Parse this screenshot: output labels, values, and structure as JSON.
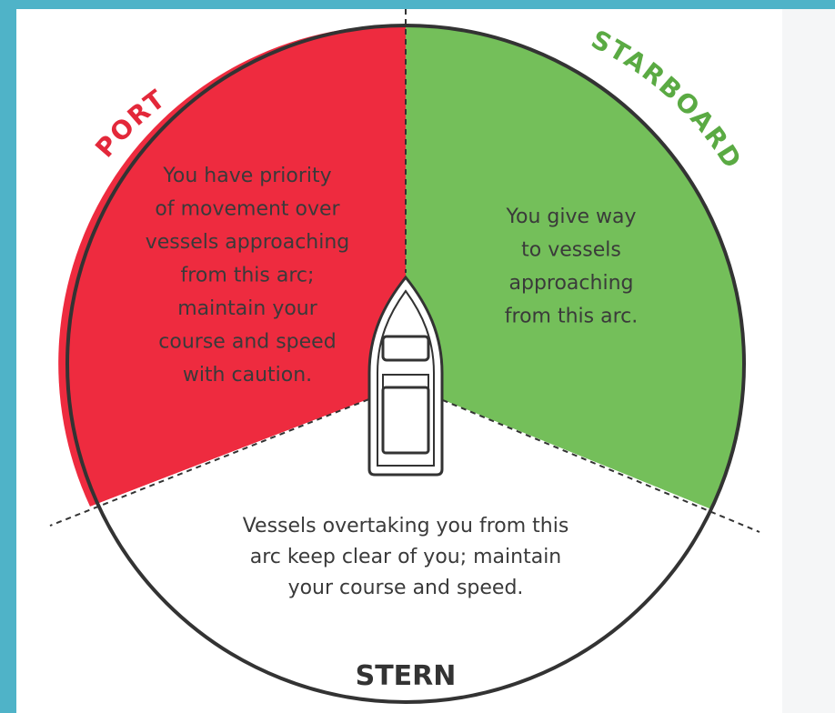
{
  "labels": {
    "port": "PORT",
    "starboard": "STARBOARD",
    "stern": "STERN"
  },
  "zones": {
    "port": {
      "lines": [
        "You have priority",
        "of movement over",
        "vessels approaching",
        "from this arc;",
        "maintain your",
        "course and speed",
        "with caution."
      ]
    },
    "starboard": {
      "lines": [
        "You give way",
        "to vessels",
        "approaching",
        "from this arc."
      ]
    },
    "stern": {
      "lines": [
        "Vessels overtaking you from this",
        "arc keep clear of you; maintain",
        "your course and speed."
      ]
    }
  },
  "colors": {
    "port": "#ee2b3f",
    "starboard": "#74bf5a",
    "stern": "#ffffff",
    "outline": "#333333",
    "frame": "#4fb3c8"
  }
}
